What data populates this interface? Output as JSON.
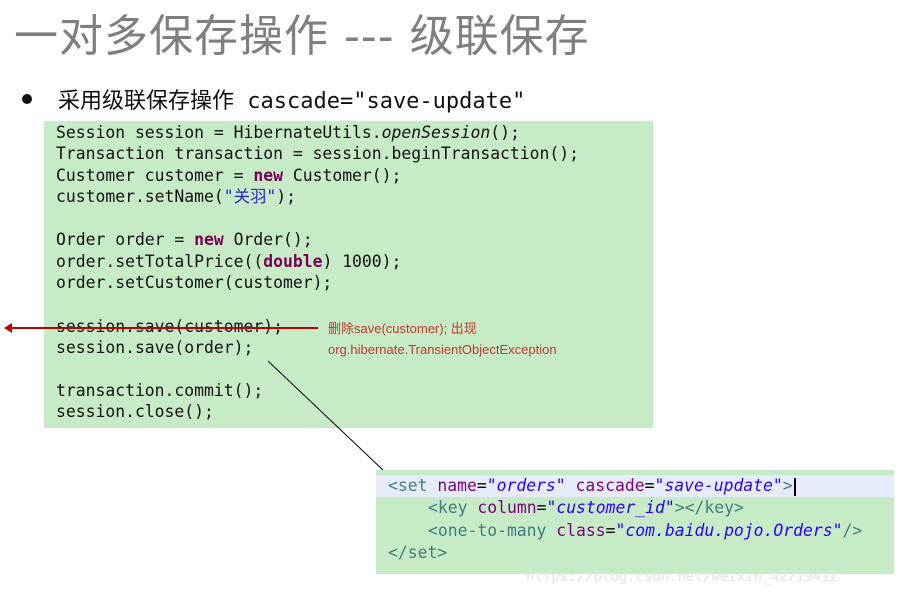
{
  "slide": {
    "title": "一对多保存操作 --- 级联保存",
    "bullet": "采用级联保存操作 cascade=\"save-update\""
  },
  "code": {
    "l1_a": "Session session = HibernateUtils.",
    "l1_b": "openSession",
    "l1_c": "();",
    "l2": "Transaction transaction = session.beginTransaction();",
    "l3_a": "Customer customer = ",
    "l3_kw": "new",
    "l3_b": " Customer();",
    "l4_a": "customer.setName(",
    "l4_str": "\"关羽\"",
    "l4_b": ");",
    "l5_a": "Order order = ",
    "l5_kw": "new",
    "l5_b": " Order();",
    "l6_a": "order.setTotalPrice((",
    "l6_kw": "double",
    "l6_b": ") 1000);",
    "l7": "order.setCustomer(customer);",
    "l8_struck": "session.save(customer);",
    "l9": "session.save(order);",
    "l10": "transaction.commit();",
    "l11": "session.close();"
  },
  "annotation": {
    "line1": "删除save(customer); 出现",
    "line2": "org.hibernate.TransientObjectException"
  },
  "xml": {
    "set_open": "<set",
    "name_attr": "name",
    "eq": "=",
    "name_val": "\"orders\"",
    "cascade_attr": "cascade",
    "cascade_val": "\"save-update\"",
    "gt": ">",
    "key_open": "<key",
    "column_attr": "column",
    "column_val": "\"customer_id\"",
    "key_close": "></key>",
    "otm_open": "<one-to-many",
    "class_attr": "class",
    "class_val": "\"com.baidu.pojo.Orders\"",
    "self_close": "/>",
    "set_close": "</set>"
  },
  "watermark": "https://blog.csdn.net/weixin_42719412"
}
